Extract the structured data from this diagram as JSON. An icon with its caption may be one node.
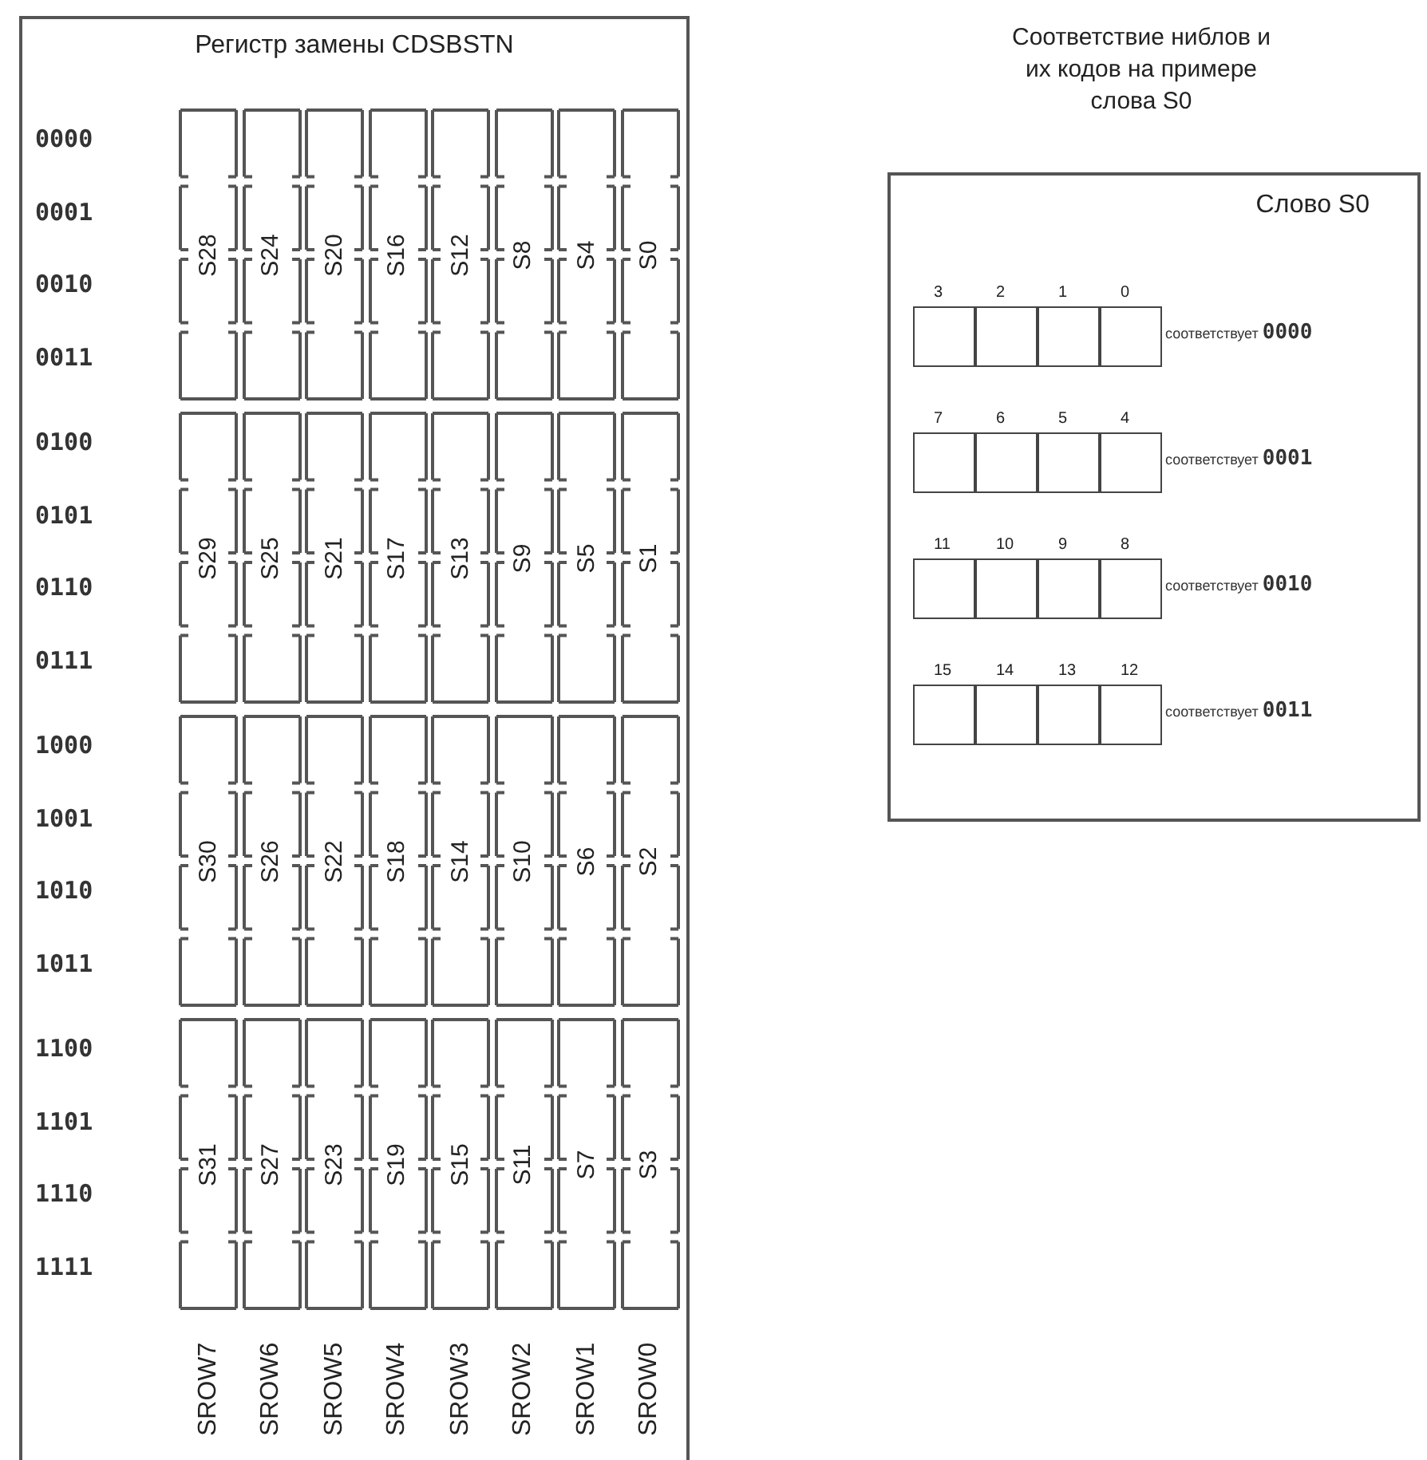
{
  "diagram": {
    "nodes": [
      {
        "text": [
          "Регистр замены CDSBSTN"
        ]
      },
      {
        "text": [
          "S28"
        ],
        "in": 0
      },
      {
        "text": [
          "S24"
        ],
        "in": 0
      },
      {
        "text": [
          "S20"
        ],
        "in": 0
      },
      {
        "text": [
          "S16"
        ],
        "in": 0
      },
      {
        "text": [
          "S12"
        ],
        "in": 0
      },
      {
        "text": [
          "S8"
        ],
        "in": 0
      },
      {
        "text": [
          "S4"
        ],
        "in": 0
      },
      {
        "text": [
          "S0"
        ],
        "in": 0
      },
      {
        "text": [
          "S29"
        ],
        "in": 0
      },
      {
        "text": [
          "S25"
        ],
        "in": 0
      },
      {
        "text": [
          "S21"
        ],
        "in": 0
      },
      {
        "text": [
          "S17"
        ],
        "in": 0
      },
      {
        "text": [
          "S13"
        ],
        "in": 0
      },
      {
        "text": [
          "S9"
        ],
        "in": 0
      },
      {
        "text": [
          "S5"
        ],
        "in": 0
      },
      {
        "text": [
          "S1"
        ],
        "in": 0
      },
      {
        "text": [
          "S30"
        ],
        "in": 0
      },
      {
        "text": [
          "S26"
        ],
        "in": 0
      },
      {
        "text": [
          "S22"
        ],
        "in": 0
      },
      {
        "text": [
          "S18"
        ],
        "in": 0
      },
      {
        "text": [
          "S14"
        ],
        "in": 0
      },
      {
        "text": [
          "S10"
        ],
        "in": 0
      },
      {
        "text": [
          "S6"
        ],
        "in": 0
      },
      {
        "text": [
          "S2"
        ],
        "in": 0
      },
      {
        "text": [
          "S31"
        ],
        "in": 0
      },
      {
        "text": [
          "S27"
        ],
        "in": 0
      },
      {
        "text": [
          "S23"
        ],
        "in": 0
      },
      {
        "text": [
          "S19"
        ],
        "in": 0
      },
      {
        "text": [
          "S15"
        ],
        "in": 0
      },
      {
        "text": [
          "S11"
        ],
        "in": 0
      },
      {
        "text": [
          "S7"
        ],
        "in": 0
      },
      {
        "text": [
          "S3"
        ],
        "in": 0
      },
      {
        "text": [
          "Слово S0"
        ]
      },
      {
        "text": [],
        "shape": "box",
        "in": 33,
        "beside": [
          "3"
        ]
      },
      {
        "text": [],
        "shape": "box",
        "in": 33,
        "beside": [
          "2"
        ]
      },
      {
        "text": [],
        "shape": "box",
        "in": 33,
        "beside": [
          "1"
        ]
      },
      {
        "text": [],
        "shape": "box",
        "in": 33,
        "beside": [
          "0",
          "соответствует **0000**"
        ]
      },
      {
        "text": [],
        "shape": "box",
        "in": 33,
        "beside": [
          "7"
        ]
      },
      {
        "text": [],
        "shape": "box",
        "in": 33,
        "beside": [
          "6"
        ]
      },
      {
        "text": [],
        "shape": "box",
        "in": 33,
        "beside": [
          "5"
        ]
      },
      {
        "text": [],
        "shape": "box",
        "in": 33,
        "beside": [
          "4",
          "соответствует **0001**"
        ]
      },
      {
        "text": [],
        "shape": "box",
        "in": 33,
        "beside": [
          "11"
        ]
      },
      {
        "text": [],
        "shape": "box",
        "in": 33,
        "beside": [
          "10"
        ]
      },
      {
        "text": [],
        "shape": "box",
        "in": 33,
        "beside": [
          "9"
        ]
      },
      {
        "text": [],
        "shape": "box",
        "in": 33,
        "beside": [
          "8",
          "соответствует **0010**"
        ]
      },
      {
        "text": [],
        "shape": "box",
        "in": 33,
        "beside": [
          "15"
        ]
      },
      {
        "text": [],
        "shape": "box",
        "in": 33,
        "beside": [
          "14"
        ]
      },
      {
        "text": [],
        "shape": "box",
        "in": 33,
        "beside": [
          "13"
        ]
      },
      {
        "text": [],
        "shape": "box",
        "in": 33,
        "beside": [
          "12",
          "соответствует **0011**"
        ]
      }
    ],
    "edges": [],
    "labels": [
      "Соответствие ниблов и их кодов на примере слова S0",
      "0000",
      "0001",
      "0010",
      "0011",
      "0100",
      "0101",
      "0110",
      "0111",
      "1000",
      "1001",
      "1010",
      "1011",
      "1100",
      "1101",
      "1110",
      "1111",
      "SROW7",
      "SROW6",
      "SROW5",
      "SROW4",
      "SROW3",
      "SROW2",
      "SROW1",
      "SROW0"
    ]
  }
}
